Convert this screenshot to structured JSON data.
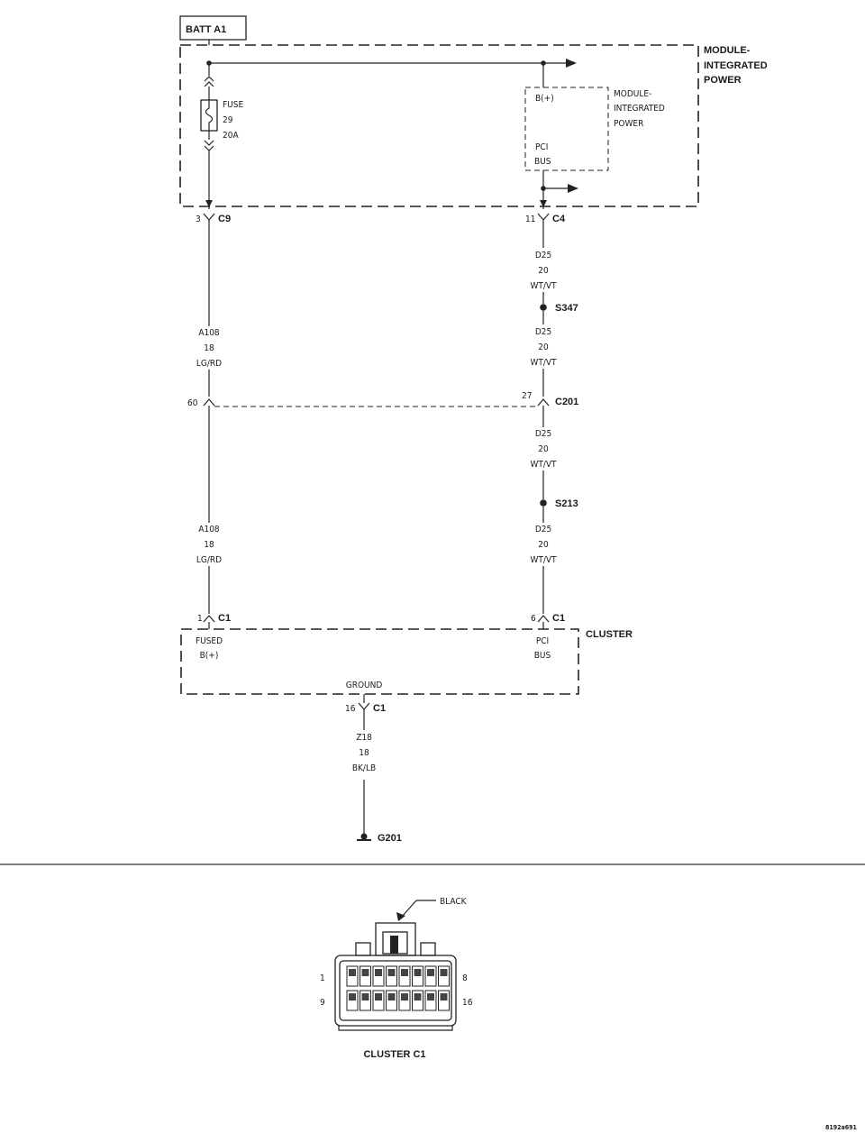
{
  "battery": {
    "label": "BATT A1"
  },
  "module": {
    "title": [
      "MODULE-",
      "INTEGRATED",
      "POWER"
    ],
    "inner_title": [
      "MODULE-",
      "INTEGRATED",
      "POWER"
    ],
    "bplus": "B(+)",
    "pci_bus": [
      "PCI",
      "BUS"
    ]
  },
  "fuse": {
    "label": "FUSE",
    "number": "29",
    "rating": "20A"
  },
  "connectors": {
    "c9": {
      "pin": "3",
      "name": "C9"
    },
    "c4": {
      "pin": "11",
      "name": "C4"
    },
    "c201_left": {
      "pin": "60"
    },
    "c201_right": {
      "pin": "27",
      "name": "C201"
    },
    "c1_left": {
      "pin": "1",
      "name": "C1"
    },
    "c1_right": {
      "pin": "6",
      "name": "C1"
    },
    "c1_ground": {
      "pin": "16",
      "name": "C1"
    }
  },
  "wires": {
    "a108_upper": [
      "A108",
      "18",
      "LG/RD"
    ],
    "a108_lower": [
      "A108",
      "18",
      "LG/RD"
    ],
    "d25_1": [
      "D25",
      "20",
      "WT/VT"
    ],
    "d25_2": [
      "D25",
      "20",
      "WT/VT"
    ],
    "d25_3": [
      "D25",
      "20",
      "WT/VT"
    ],
    "d25_4": [
      "D25",
      "20",
      "WT/VT"
    ],
    "z18": [
      "Z18",
      "18",
      "BK/LB"
    ]
  },
  "splices": {
    "s347": "S347",
    "s213": "S213"
  },
  "cluster": {
    "title": "CLUSTER",
    "fused": [
      "FUSED",
      "B(+)"
    ],
    "pci_bus": [
      "PCI",
      "BUS"
    ],
    "ground": "GROUND"
  },
  "ground_point": "G201",
  "connector_view": {
    "color_label": "BLACK",
    "pin_1": "1",
    "pin_8": "8",
    "pin_9": "9",
    "pin_16": "16",
    "caption": "CLUSTER C1"
  },
  "figure_id": "8192a691"
}
